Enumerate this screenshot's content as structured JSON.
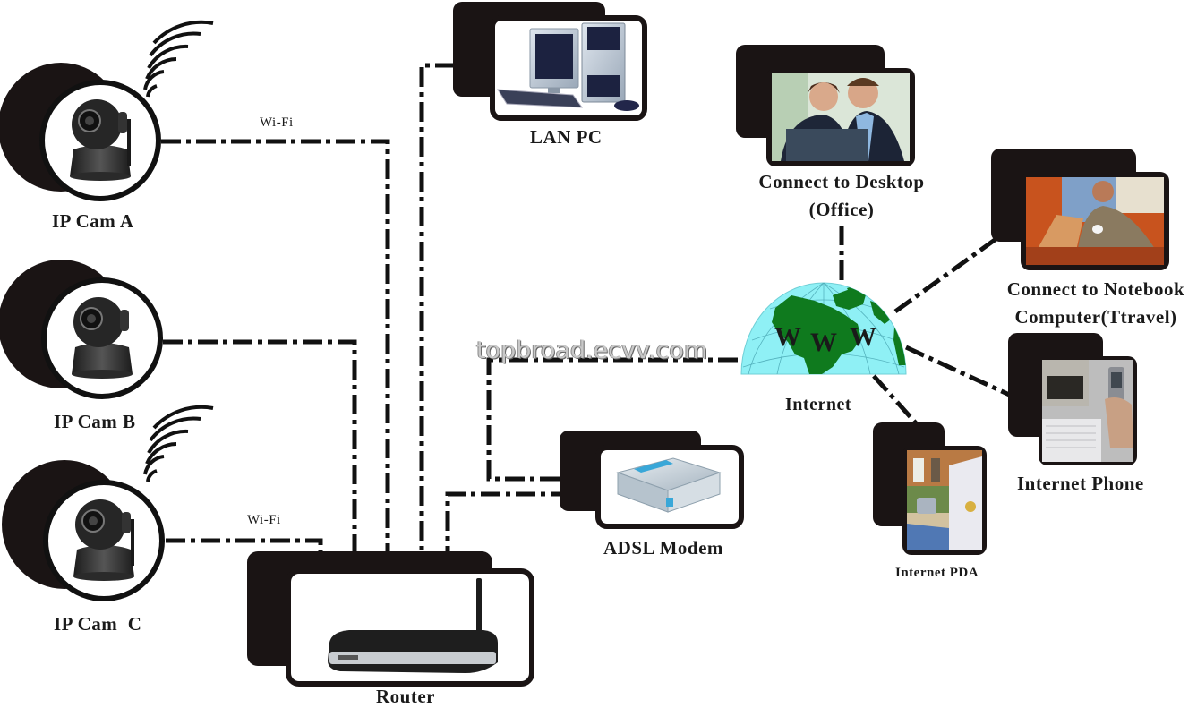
{
  "diagram": {
    "title": "IP camera network topology",
    "nodes": {
      "cam_a": {
        "label": "IP Cam A",
        "icon": "ip-camera-icon",
        "wireless": true
      },
      "cam_b": {
        "label": "IP Cam B",
        "icon": "ip-camera-icon",
        "wireless": false
      },
      "cam_c": {
        "label": "IP Cam  C",
        "icon": "ip-camera-icon",
        "wireless": true
      },
      "lan_pc": {
        "label": "LAN PC",
        "icon": "desktop-pc-icon"
      },
      "router": {
        "label": "Router",
        "icon": "wireless-router-icon"
      },
      "modem": {
        "label": "ADSL Modem",
        "icon": "adsl-modem-icon"
      },
      "internet": {
        "label": "Internet",
        "icon": "globe-icon",
        "globe_text": [
          "W",
          "W",
          "W"
        ]
      },
      "desktop": {
        "label_line1": "Connect to Desktop",
        "label_line2": "(Office)",
        "icon": "office-users-photo"
      },
      "notebook": {
        "label_line1": "Connect to Notebook",
        "label_line2": "Computer(Ttravel)",
        "icon": "notebook-user-photo"
      },
      "phone": {
        "label": "Internet Phone",
        "icon": "mobile-phone-photo"
      },
      "pda": {
        "label": "Internet PDA",
        "icon": "pda-user-photo"
      }
    },
    "edge_labels": {
      "cam_a_link": "Wi-Fi",
      "cam_c_link": "Wi-Fi"
    },
    "edges": [
      {
        "from": "cam_a",
        "to": "router",
        "type": "wifi"
      },
      {
        "from": "cam_b",
        "to": "router",
        "type": "wired"
      },
      {
        "from": "cam_c",
        "to": "router",
        "type": "wifi"
      },
      {
        "from": "lan_pc",
        "to": "router",
        "type": "wired"
      },
      {
        "from": "router",
        "to": "modem",
        "type": "wired"
      },
      {
        "from": "modem",
        "to": "internet",
        "type": "wired"
      },
      {
        "from": "internet",
        "to": "desktop",
        "type": "wired"
      },
      {
        "from": "internet",
        "to": "notebook",
        "type": "wired"
      },
      {
        "from": "internet",
        "to": "phone",
        "type": "wired"
      },
      {
        "from": "internet",
        "to": "pda",
        "type": "wired"
      }
    ],
    "watermark": "topbroad.ecvv.com",
    "colors": {
      "frame": "#1a1414",
      "line": "#111111",
      "globe_ocean": "#8ff0f5",
      "globe_land": "#0f7a1e",
      "background": "#ffffff"
    }
  }
}
